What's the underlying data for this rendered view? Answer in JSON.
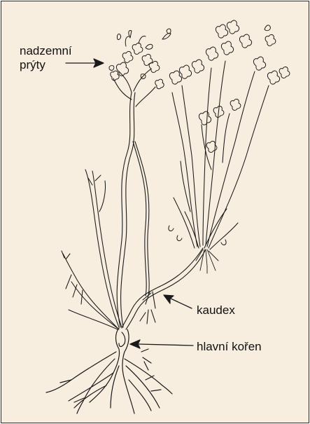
{
  "labels": {
    "shoots_line1": "nadzemní",
    "shoots_line2": "prýty",
    "caudex": "kaudex",
    "main_root": "hlavní kořen"
  },
  "colors": {
    "background": "#f8eedf",
    "ink": "#1a1a1a",
    "border": "#2a2a2a"
  }
}
